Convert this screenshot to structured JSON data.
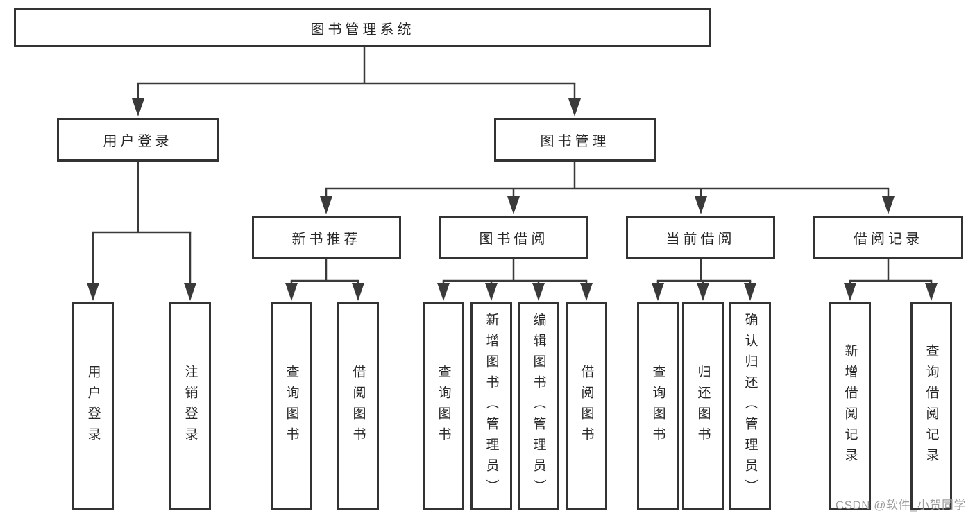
{
  "diagram_title": "图书管理系统",
  "nodes": {
    "root": {
      "label": "图书管理系统"
    },
    "user_login": {
      "label": "用户登录",
      "children": [
        "用户登录",
        "注销登录"
      ]
    },
    "book_management": {
      "label": "图书管理"
    },
    "new_book_recommend": {
      "label": "新书推荐",
      "children": [
        "查询图书",
        "借阅图书"
      ]
    },
    "book_borrow": {
      "label": "图书借阅",
      "children": [
        "查询图书",
        "新增图书（管理员）",
        "编辑图书（管理员）",
        "借阅图书"
      ]
    },
    "current_borrow": {
      "label": "当前借阅",
      "children": [
        "查询图书",
        "归还图书",
        "确认归还（管理员）"
      ]
    },
    "borrow_records": {
      "label": "借阅记录",
      "children": [
        "新增借阅记录",
        "查询借阅记录"
      ]
    }
  },
  "edges": [
    [
      "图书管理系统",
      "用户登录"
    ],
    [
      "图书管理系统",
      "图书管理"
    ],
    [
      "用户登录",
      "用户登录"
    ],
    [
      "用户登录",
      "注销登录"
    ],
    [
      "图书管理",
      "新书推荐"
    ],
    [
      "图书管理",
      "图书借阅"
    ],
    [
      "图书管理",
      "当前借阅"
    ],
    [
      "图书管理",
      "借阅记录"
    ],
    [
      "新书推荐",
      "查询图书"
    ],
    [
      "新书推荐",
      "借阅图书"
    ],
    [
      "图书借阅",
      "查询图书"
    ],
    [
      "图书借阅",
      "新增图书（管理员）"
    ],
    [
      "图书借阅",
      "编辑图书（管理员）"
    ],
    [
      "图书借阅",
      "借阅图书"
    ],
    [
      "当前借阅",
      "查询图书"
    ],
    [
      "当前借阅",
      "归还图书"
    ],
    [
      "当前借阅",
      "确认归还（管理员）"
    ],
    [
      "借阅记录",
      "新增借阅记录"
    ],
    [
      "借阅记录",
      "查询借阅记录"
    ]
  ],
  "watermark": "CSDN @软件_小贺同学",
  "colors": {
    "line": "#3a3a3a",
    "box_border": "#333333",
    "text": "#262626",
    "background": "#ffffff",
    "watermark": "#9c9c9c"
  }
}
